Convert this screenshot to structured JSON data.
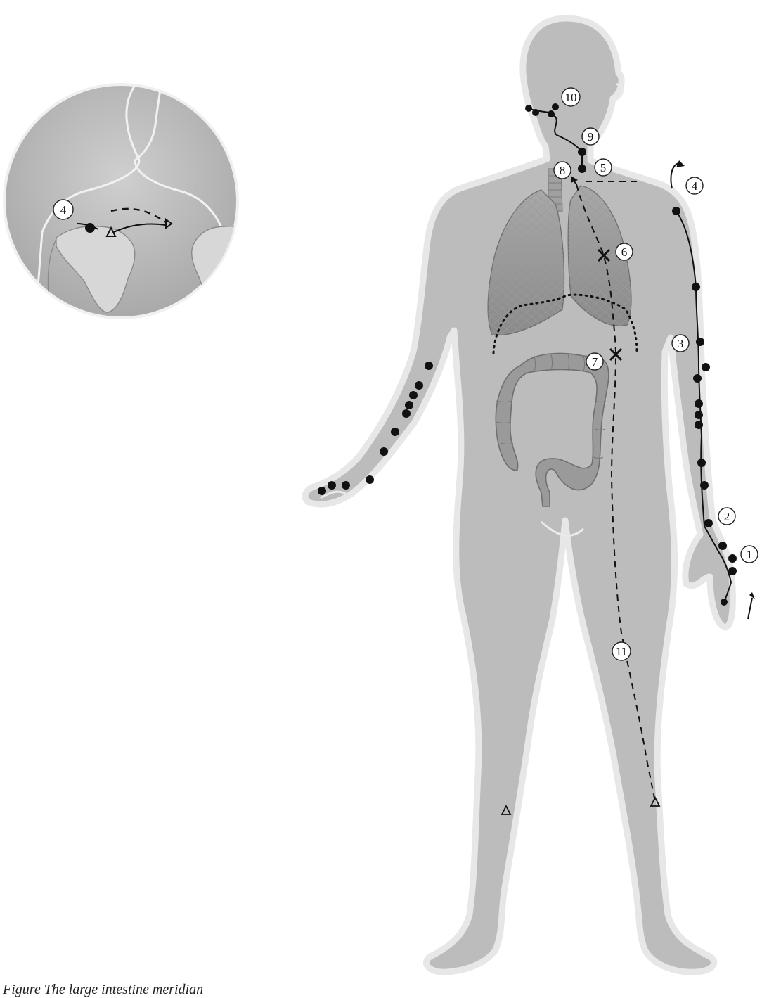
{
  "caption": "Figure  The large intestine meridian",
  "labels": {
    "point_1": "1",
    "point_2": "2",
    "point_3": "3",
    "point_4": "4",
    "point_5": "5",
    "point_6": "6",
    "point_7": "7",
    "point_8": "8",
    "point_9": "9",
    "point_10": "10",
    "point_11": "11",
    "inset_4": "4"
  },
  "colors": {
    "body_fill": "#b9b9b9",
    "body_outline": "#e9e9e9",
    "inset_bg": "#bdbdbd",
    "organ": "#8f8f8f",
    "line": "#111111"
  }
}
